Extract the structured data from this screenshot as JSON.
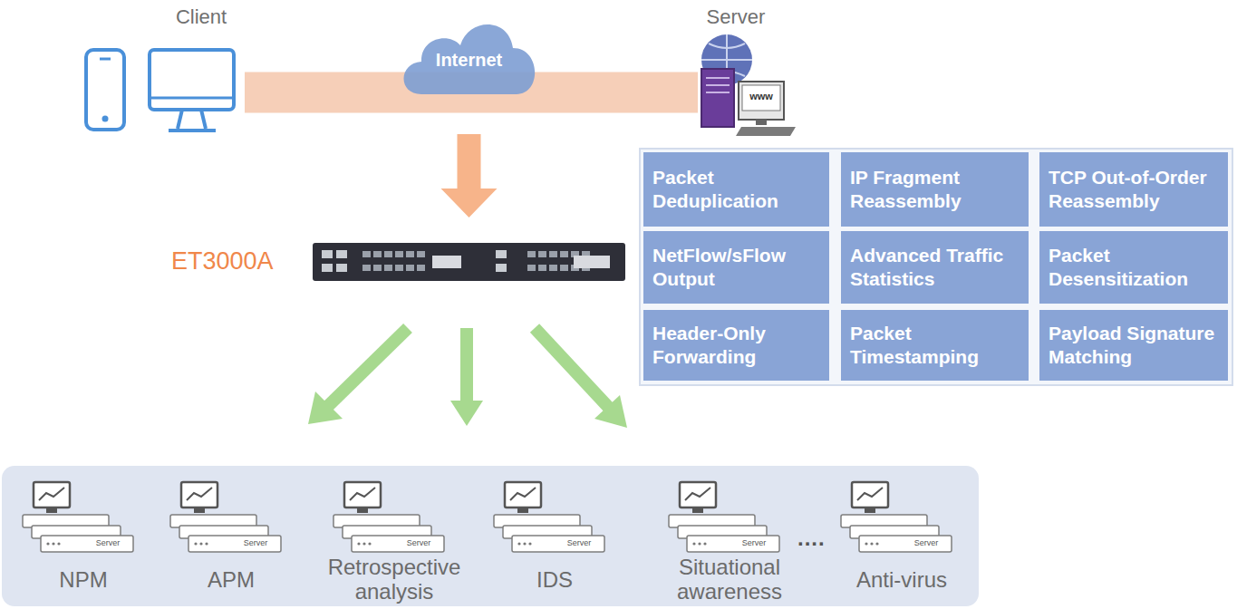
{
  "diagram": {
    "nodes": [
      {
        "text": [
          "Client"
        ]
      },
      {
        "text": [
          "Internet"
        ]
      },
      {
        "text": [
          "Server",
          "www"
        ]
      },
      {
        "text": [
          "ET3000A"
        ]
      },
      {
        "text": [
          "Packet Deduplication"
        ]
      },
      {
        "text": [
          "IP Fragment Reassembly"
        ]
      },
      {
        "text": [
          "TCP Out-of-Order Reassembly"
        ]
      },
      {
        "text": [
          "NetFlow/sFlow Output"
        ]
      },
      {
        "text": [
          "Advanced Traffic Statistics"
        ]
      },
      {
        "text": [
          "Packet Desensitization"
        ]
      },
      {
        "text": [
          "Header-Only Forwarding"
        ]
      },
      {
        "text": [
          "Packet Timestamping"
        ]
      },
      {
        "text": [
          "Payload Signature Matching"
        ]
      },
      {
        "text": [
          "Server",
          "NPM"
        ]
      },
      {
        "text": [
          "Server",
          "APM"
        ]
      },
      {
        "text": [
          "Server",
          "Retrospective analysis"
        ]
      },
      {
        "text": [
          "Server",
          "IDS"
        ]
      },
      {
        "text": [
          "Server",
          "Situational awareness"
        ]
      },
      {
        "text": [
          "Server",
          "Anti-virus"
        ]
      }
    ],
    "edges": [
      {
        "from": 0,
        "to": 2,
        "arrow": "none"
      },
      {
        "from": 1,
        "to": 3,
        "arrow": "to"
      }
    ],
    "labels": [
      "...."
    ]
  }
}
